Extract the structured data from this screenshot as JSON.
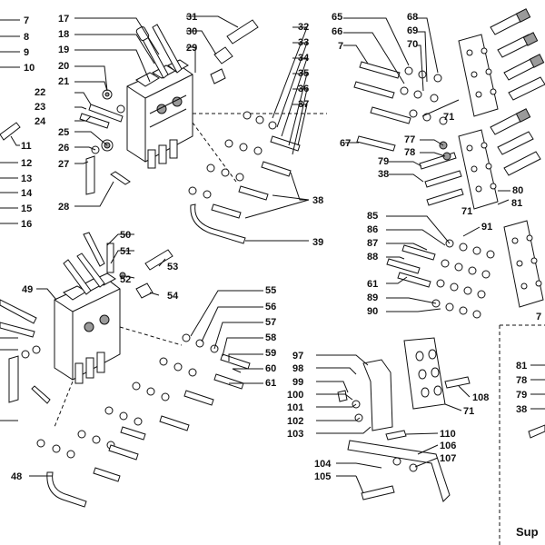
{
  "diagram": {
    "labels": {
      "p7a": "7",
      "p8": "8",
      "p9": "9",
      "p10": "10",
      "p11": "11",
      "p12": "12",
      "p13": "13",
      "p14": "14",
      "p15": "15",
      "p16": "16",
      "p17": "17",
      "p18": "18",
      "p19": "19",
      "p20": "20",
      "p21": "21",
      "p22": "22",
      "p23": "23",
      "p24": "24",
      "p25": "25",
      "p26": "26",
      "p27": "27",
      "p28": "28",
      "p29": "29",
      "p30": "30",
      "p31": "31",
      "p32": "32",
      "p33": "33",
      "p34": "34",
      "p35": "35",
      "p36": "36",
      "p37": "37",
      "p38a": "38",
      "p39": "39",
      "p65": "65",
      "p66": "66",
      "p7b": "7",
      "p68": "68",
      "p69": "69",
      "p70": "70",
      "p71a": "71",
      "p67": "67",
      "p77a": "77",
      "p78a": "78",
      "p79a": "79",
      "p38b": "38",
      "p80": "80",
      "p81a": "81",
      "p71b": "71",
      "p85": "85",
      "p86": "86",
      "p87": "87",
      "p88": "88",
      "p91": "91",
      "p61b": "61",
      "p89": "89",
      "p90": "90",
      "p7c": "7",
      "p49": "49",
      "p50": "50",
      "p51": "51",
      "p52": "52",
      "p53": "53",
      "p54": "54",
      "p55": "55",
      "p56": "56",
      "p57": "57",
      "p58": "58",
      "p59": "59",
      "p60": "60",
      "p61a": "61",
      "p48": "48",
      "p97": "97",
      "p98": "98",
      "p99": "99",
      "p100": "100",
      "p101": "101",
      "p102": "102",
      "p103": "103",
      "p108": "108",
      "p71c": "71",
      "p110": "110",
      "p106": "106",
      "p107": "107",
      "p104": "104",
      "p105": "105",
      "p81b": "81",
      "p78b": "78",
      "p79b": "79",
      "p38c": "38",
      "supplied": "Sup"
    }
  }
}
